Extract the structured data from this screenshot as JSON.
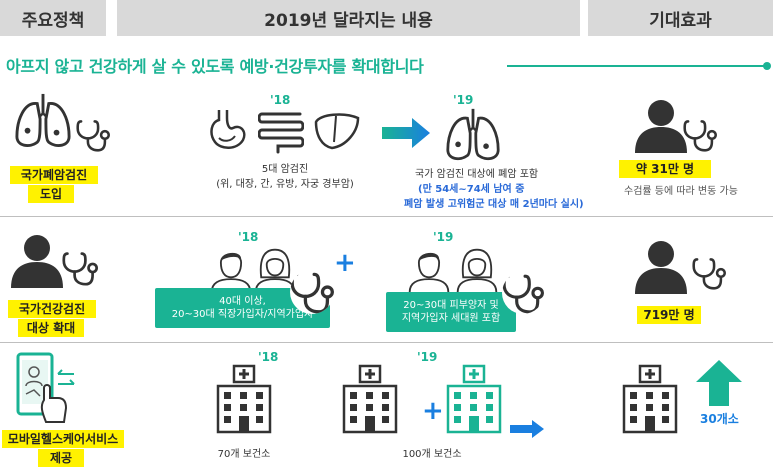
{
  "header": {
    "col1": "주요정책",
    "col2": "2019년 달라지는 내용",
    "col3": "기대효과"
  },
  "headline": "아프지 않고 건강하게 살 수 있도록 예방·건강투자를 확대합니다",
  "row1": {
    "policy_line1": "국가폐암검진",
    "policy_line2": "도입",
    "year_before": "'18",
    "before_line1": "5대 암검진",
    "before_line2": "(위, 대장, 간, 유방, 자궁 경부암)",
    "year_after": "'19",
    "after_line1": "국가 암검진 대상에 폐암 포함",
    "after_line2": "(만 54세~74세 남여 중",
    "after_line3": "폐암 발생 고위험군 대상 매 2년마다 실시)",
    "effect_value": "약 31만 명",
    "effect_note": "수검률 등에 따라 변동 가능"
  },
  "row2": {
    "policy_line1": "국가건강검진",
    "policy_line2": "대상 확대",
    "year_before": "'18",
    "before_line1": "40대 이상,",
    "before_line2": "20~30대 직장가입자/지역가입자",
    "year_after": "'19",
    "after_line1": "20~30대 피부양자 및",
    "after_line2": "지역가입자 세대원 포함",
    "effect_value": "719만 명"
  },
  "row3": {
    "policy_line1": "모바일헬스케어서비스",
    "policy_line2": "제공",
    "year_before": "'18",
    "before_caption": "70개 보건소",
    "year_after": "'19",
    "after_caption": "100개 보건소",
    "effect_value": "30개소"
  },
  "colors": {
    "accent": "#1ab394",
    "highlight": "#fff200",
    "blue": "#1a7fe0",
    "header_bg": "#d9d9d9",
    "icon_dark": "#333333"
  }
}
